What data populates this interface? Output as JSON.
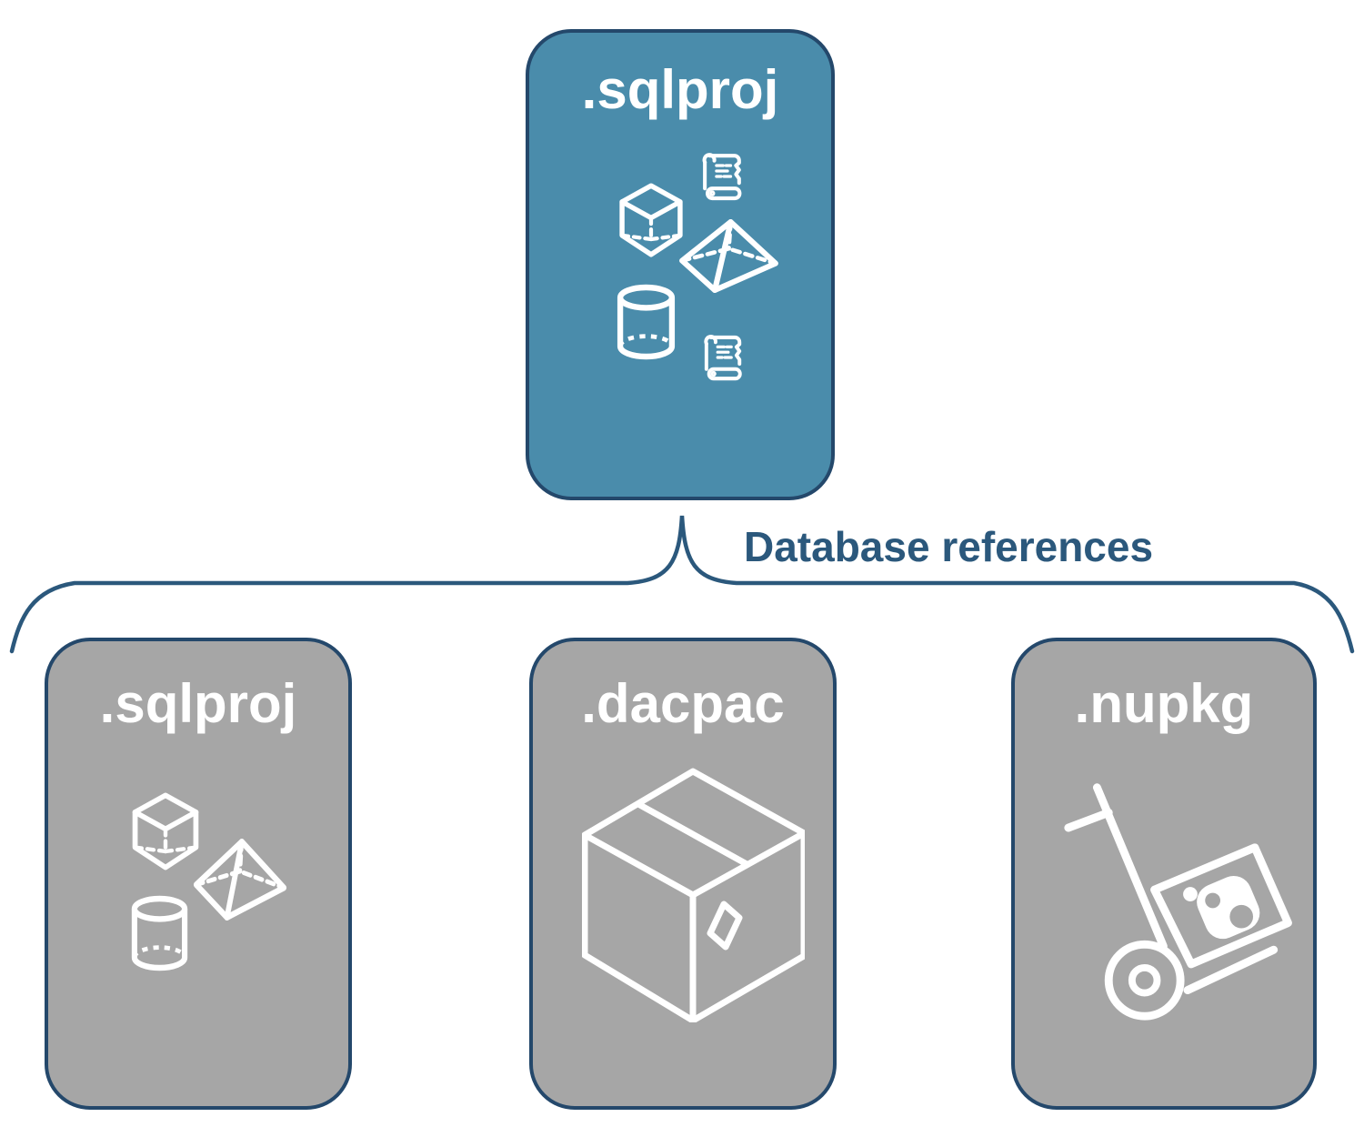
{
  "diagram": {
    "root_node": {
      "label": ".sqlproj",
      "fill_color": "#4A8CAB",
      "icons": [
        "cube-icon",
        "scroll-icon",
        "pyramid-icon",
        "cylinder-icon",
        "scroll-icon"
      ]
    },
    "connector": {
      "label": "Database references",
      "color": "#2B587C",
      "shape": "upward-curly-brace"
    },
    "child_nodes": [
      {
        "label": ".sqlproj",
        "fill_color": "#A6A6A6",
        "icons": [
          "cube-icon",
          "pyramid-icon",
          "cylinder-icon"
        ]
      },
      {
        "label": ".dacpac",
        "fill_color": "#A6A6A6",
        "icons": [
          "package-box-icon"
        ]
      },
      {
        "label": ".nupkg",
        "fill_color": "#A6A6A6",
        "icons": [
          "hand-truck-package-icon"
        ]
      }
    ],
    "colors": {
      "background": "#FFFFFF",
      "node_border": "#24486B",
      "icon_stroke": "#FFFFFF",
      "root_fill": "#4A8CAB",
      "child_fill": "#A6A6A6",
      "connector": "#2B587C",
      "label_text": "#FFFFFF"
    }
  }
}
